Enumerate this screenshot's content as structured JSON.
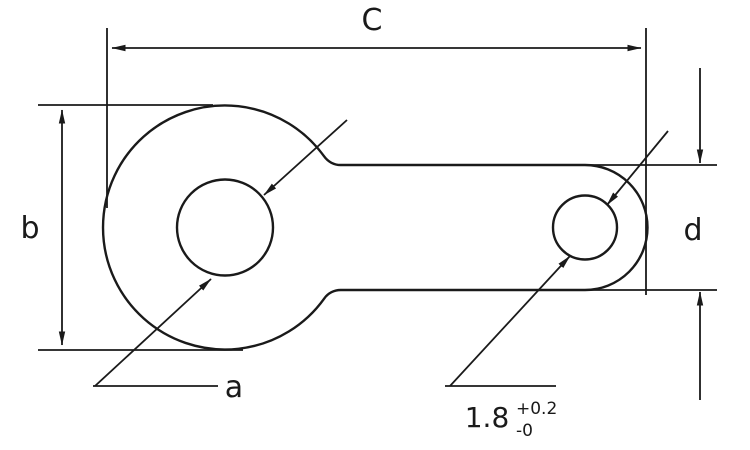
{
  "diagram": {
    "type": "mechanical-part-dimension-drawing",
    "labels": {
      "overall_width_dim": "C",
      "left_height_dim": "b",
      "left_hole_label": "a",
      "right_height_dim": "d",
      "right_hole_value": "1.8",
      "right_hole_tol_upper": "+0.2",
      "right_hole_tol_lower": "-0"
    },
    "colors": {
      "line": "#1a1a1a",
      "background": "#ffffff"
    }
  }
}
